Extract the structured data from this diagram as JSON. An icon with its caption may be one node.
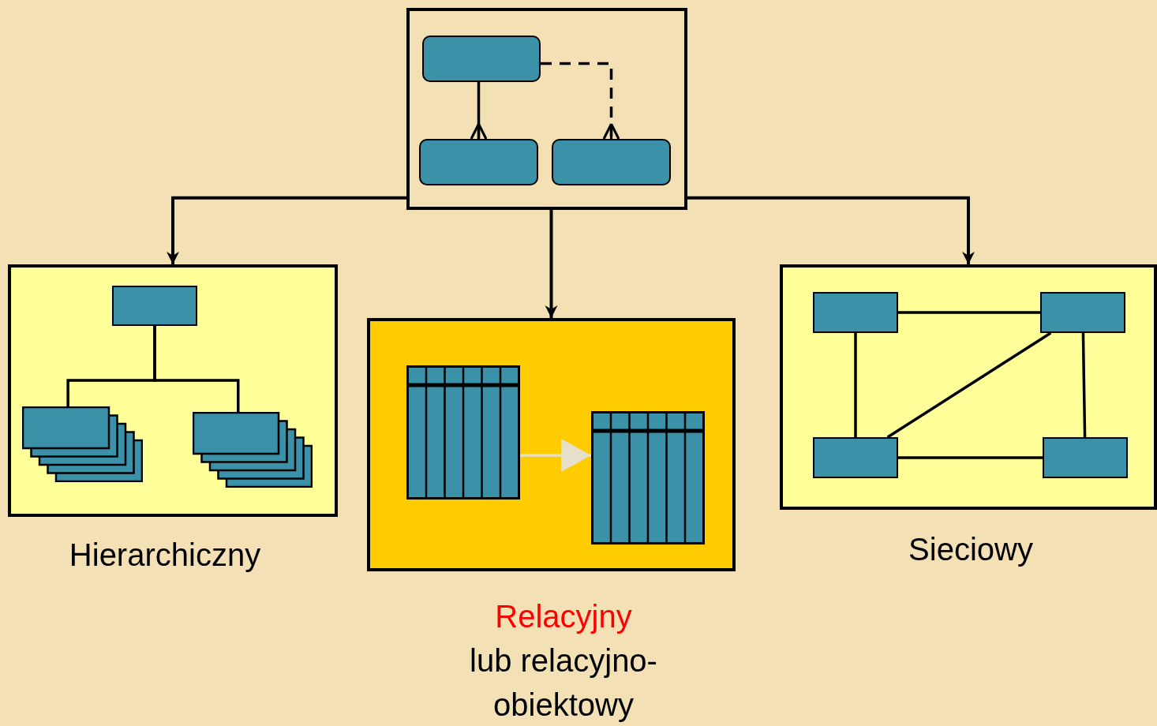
{
  "diagram": {
    "nodes": [
      {
        "text": [],
        "shape": "box"
      },
      {
        "text": [],
        "shape": "box",
        "in": 0
      },
      {
        "text": [],
        "shape": "box",
        "in": 0
      },
      {
        "text": [],
        "shape": "box",
        "in": 0
      },
      {
        "text": [
          "Hierarchiczny"
        ]
      },
      {
        "text": [],
        "shape": "box",
        "in": 4
      },
      {
        "text": [],
        "shape": "box",
        "in": 4
      },
      {
        "text": [],
        "shape": "box",
        "in": 4
      },
      {
        "text": [
          "Relacyjny",
          "lub relacyjno-obiektowy"
        ]
      },
      {
        "text": [],
        "shape": "box",
        "in": 8
      },
      {
        "text": [],
        "shape": "box",
        "in": 8
      },
      {
        "text": [
          "Sieciowy"
        ]
      },
      {
        "text": [],
        "shape": "box",
        "in": 11
      },
      {
        "text": [],
        "shape": "box",
        "in": 11
      },
      {
        "text": [],
        "shape": "box",
        "in": 11
      },
      {
        "text": [],
        "shape": "box",
        "in": 11
      }
    ],
    "edges": [
      {
        "from": 0,
        "to": 4,
        "arrow": "to"
      },
      {
        "from": 0,
        "to": 8,
        "arrow": "to"
      },
      {
        "from": 0,
        "to": 11,
        "arrow": "to"
      },
      {
        "from": 1,
        "to": 2,
        "arrow": "other"
      },
      {
        "from": 1,
        "to": 3,
        "arrow": "other",
        "style": "dashed"
      },
      {
        "from": 5,
        "to": 6,
        "arrow": "none"
      },
      {
        "from": 5,
        "to": 7,
        "arrow": "none"
      },
      {
        "from": 9,
        "to": 10,
        "arrow": "to",
        "color": "#e6dfca"
      },
      {
        "from": 12,
        "to": 13,
        "arrow": "none"
      },
      {
        "from": 12,
        "to": 14,
        "arrow": "none"
      },
      {
        "from": 13,
        "to": 14,
        "arrow": "none"
      },
      {
        "from": 13,
        "to": 15,
        "arrow": "none"
      },
      {
        "from": 14,
        "to": 15,
        "arrow": "none"
      }
    ]
  }
}
